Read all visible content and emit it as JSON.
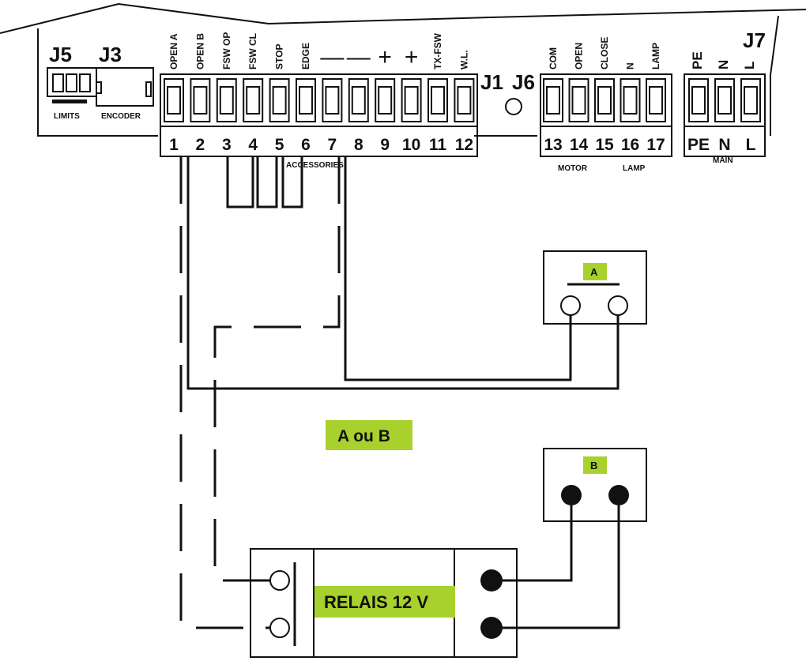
{
  "board": {
    "connectors": {
      "j5": "J5",
      "j3": "J3",
      "j1": "J1",
      "j6": "J6",
      "j7": "J7",
      "limits": "LIMITS",
      "encoder": "ENCODER"
    },
    "inputs": {
      "labels": [
        "OPEN A",
        "OPEN B",
        "FSW OP",
        "FSW CL",
        "STOP",
        "EDGE",
        "—",
        "—",
        "+",
        "+",
        "TX-FSW",
        "W.L."
      ],
      "numbers": [
        "1",
        "2",
        "3",
        "4",
        "5",
        "6",
        "7",
        "8",
        "9",
        "10",
        "11",
        "12"
      ],
      "group_label": "ACCESSORIES"
    },
    "motor_lamp": {
      "labels": [
        "COM",
        "OPEN",
        "CLOSE",
        "N",
        "LAMP"
      ],
      "numbers": [
        "13",
        "14",
        "15",
        "16",
        "17"
      ],
      "group_motor": "MOTOR",
      "group_lamp": "LAMP"
    },
    "main": {
      "labels": [
        "PE",
        "N",
        "L"
      ],
      "numbers": [
        "PE",
        "N",
        "L"
      ],
      "group_label": "MAIN"
    }
  },
  "devices": {
    "a_label": "A",
    "b_label": "B",
    "choice_label": "A ou B",
    "relay_label": "RELAIS 12 V"
  },
  "colors": {
    "highlight": "#a8d12d",
    "line": "#111111"
  }
}
